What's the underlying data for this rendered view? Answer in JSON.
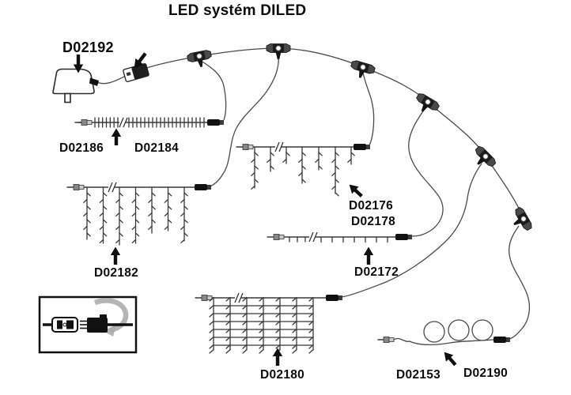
{
  "title": "LED systém DILED",
  "labels": {
    "power_adapter": "D02192",
    "string_a": "D02186",
    "string_b": "D02184",
    "curtain": "D02182",
    "icicle_a": "D02176",
    "icicle_b": "D02178",
    "string_c": "D02172",
    "net": "D02180",
    "coil_a": "D02153",
    "coil_b": "D02190"
  },
  "colors": {
    "line": "#383838",
    "cable": "#4a4a4a",
    "connector": "#141414",
    "label": "#0c0c0c",
    "swoosh": "#adadad",
    "background": "#ffffff"
  }
}
